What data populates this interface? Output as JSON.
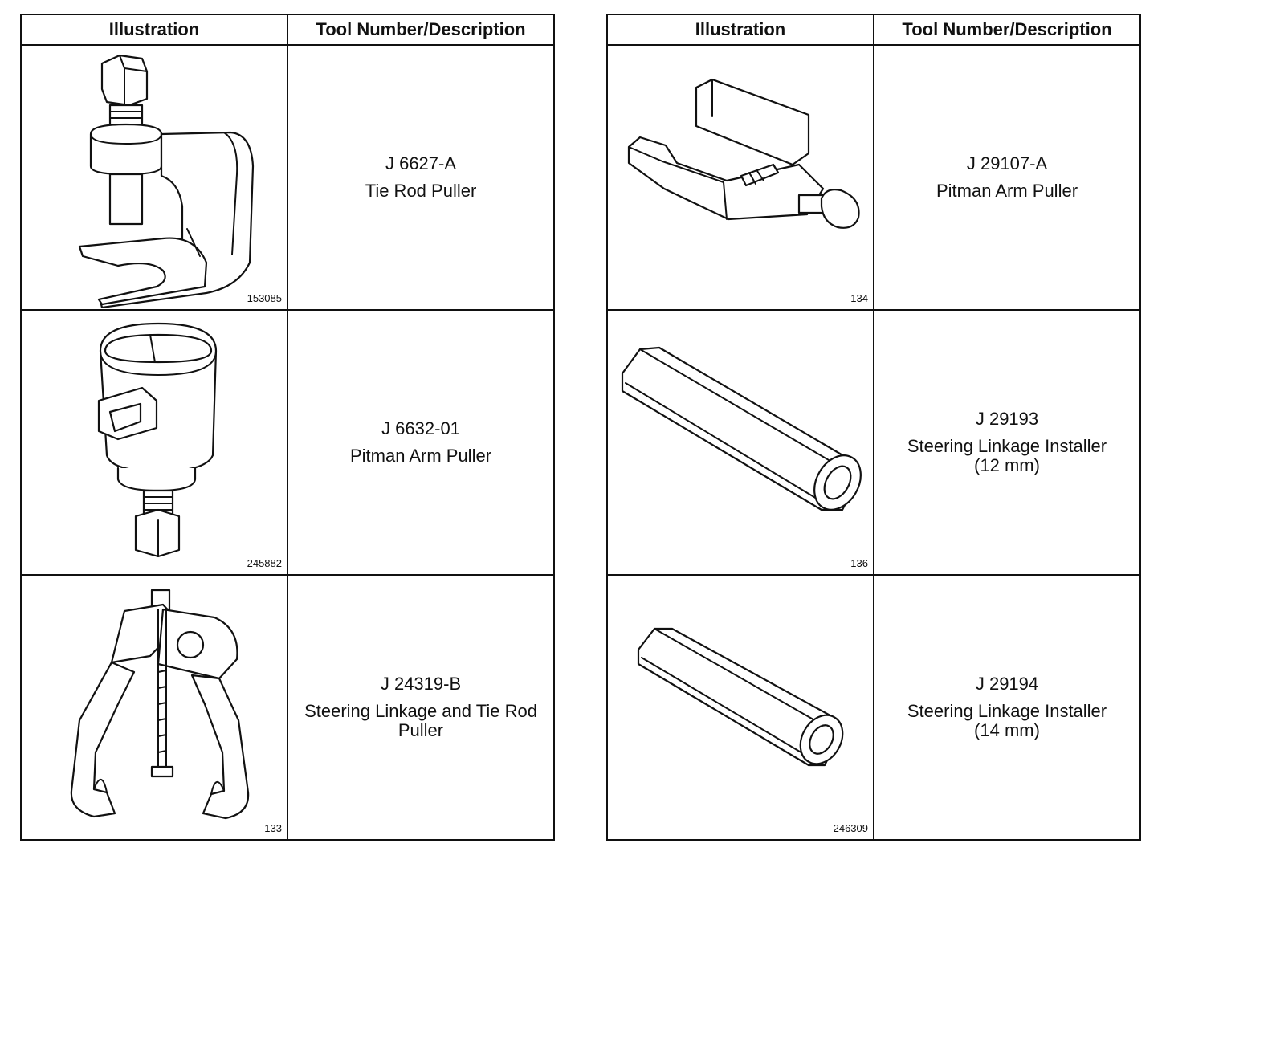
{
  "headers": {
    "illustration": "Illustration",
    "tool": "Tool Number/Description"
  },
  "left_table": [
    {
      "figure_id": "153085",
      "tool_number": "J 6627-A",
      "description": "Tie Rod Puller",
      "note": "",
      "icon": "tie-rod-puller-icon"
    },
    {
      "figure_id": "245882",
      "tool_number": "J 6632-01",
      "description": "Pitman Arm Puller",
      "note": "",
      "icon": "pitman-arm-puller-icon"
    },
    {
      "figure_id": "133",
      "tool_number": "J 24319-B",
      "description": "Steering Linkage and Tie Rod Puller",
      "note": "",
      "icon": "linkage-puller-icon"
    }
  ],
  "right_table": [
    {
      "figure_id": "134",
      "tool_number": "J 29107-A",
      "description": "Pitman Arm Puller",
      "note": "",
      "icon": "pitman-arm-puller-icon"
    },
    {
      "figure_id": "136",
      "tool_number": "J 29193",
      "description": "Steering Linkage Installer",
      "note": "(12 mm)",
      "icon": "linkage-installer-icon"
    },
    {
      "figure_id": "246309",
      "tool_number": "J 29194",
      "description": "Steering Linkage Installer",
      "note": "(14 mm)",
      "icon": "linkage-installer-icon"
    }
  ]
}
